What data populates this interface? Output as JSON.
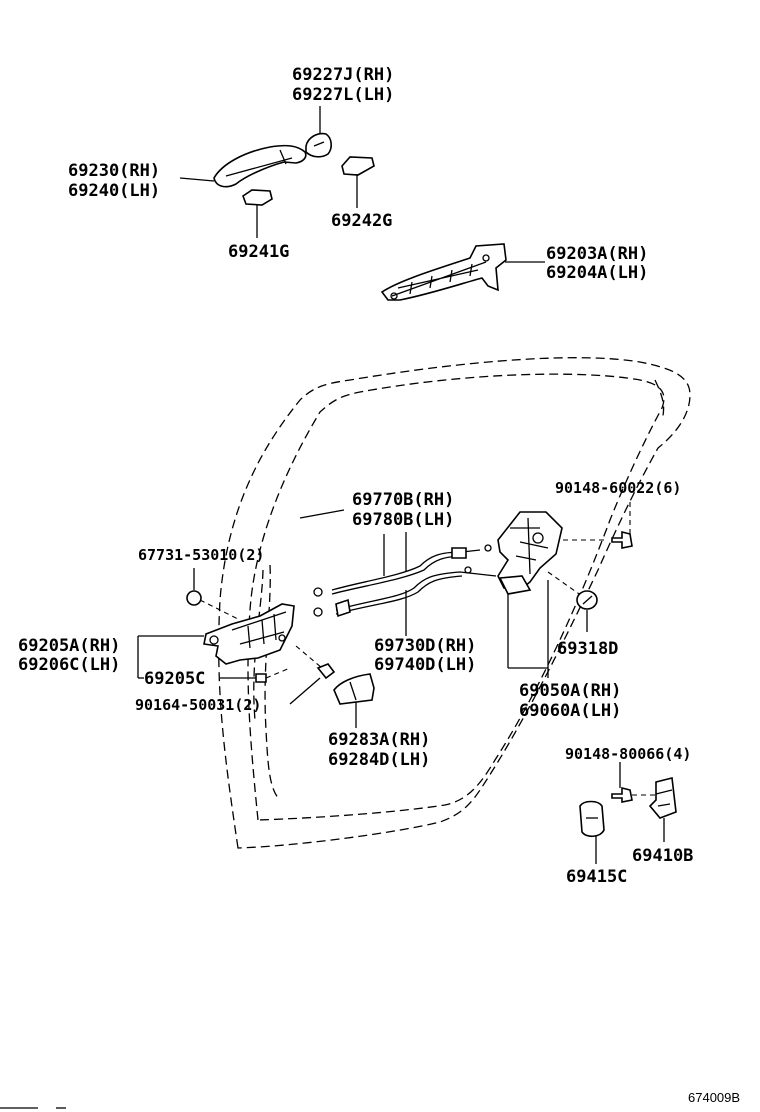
{
  "labels": {
    "p69227j": "69227J(RH)",
    "p69227l": "69227L(LH)",
    "p69230": "69230(RH)",
    "p69240": "69240(LH)",
    "p69242g": "69242G",
    "p69241g": "69241G",
    "p69203a": "69203A(RH)",
    "p69204a": "69204A(LH)",
    "p69770b": "69770B(RH)",
    "p69780b": "69780B(LH)",
    "p90148_60022": "90148-60022(6)",
    "p67731": "67731-53010(2)",
    "p69205a": "69205A(RH)",
    "p69206c": "69206C(LH)",
    "p69205c": "69205C",
    "p90164": "90164-50031(2)",
    "p69730d": "69730D(RH)",
    "p69740d": "69740D(LH)",
    "p69318d": "69318D",
    "p69050a": "69050A(RH)",
    "p69060a": "69060A(LH)",
    "p69283a": "69283A(RH)",
    "p69284d": "69284D(LH)",
    "p90148_80066": "90148-80066(4)",
    "p69410b": "69410B",
    "p69415c": "69415C"
  },
  "diagram_code": "674009B"
}
